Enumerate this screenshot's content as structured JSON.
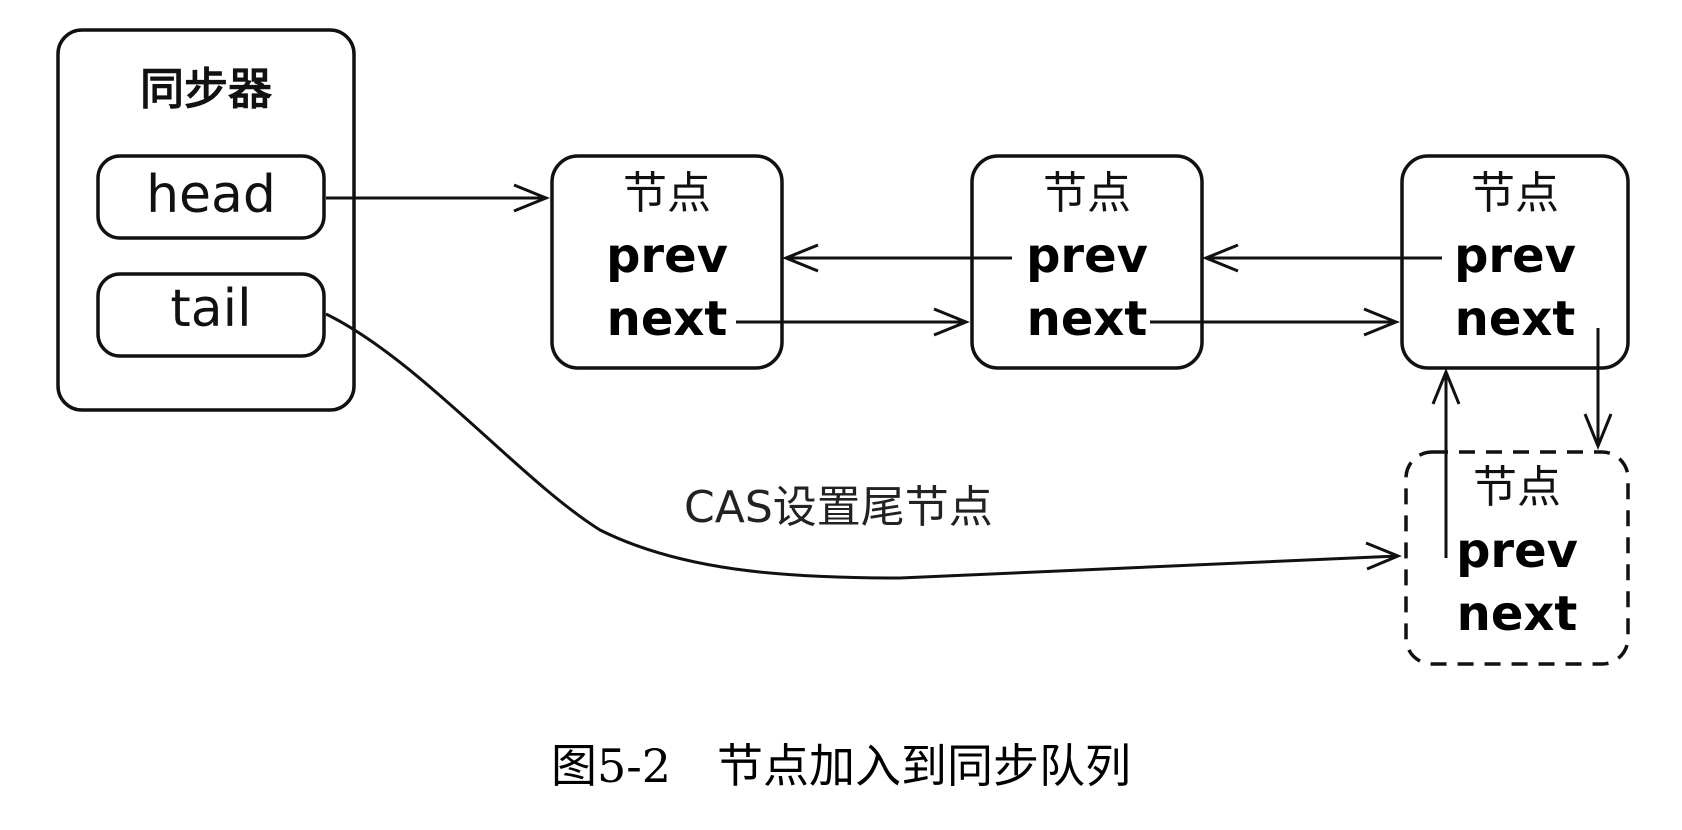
{
  "synchronizer": {
    "title": "同步器",
    "head_label": "head",
    "tail_label": "tail"
  },
  "nodes": [
    {
      "title": "节点",
      "prev": "prev",
      "next": "next"
    },
    {
      "title": "节点",
      "prev": "prev",
      "next": "next"
    },
    {
      "title": "节点",
      "prev": "prev",
      "next": "next"
    }
  ],
  "new_node": {
    "title": "节点",
    "prev": "prev",
    "next": "next"
  },
  "annotation": "CAS设置尾节点",
  "caption": "图5-2　节点加入到同步队列"
}
